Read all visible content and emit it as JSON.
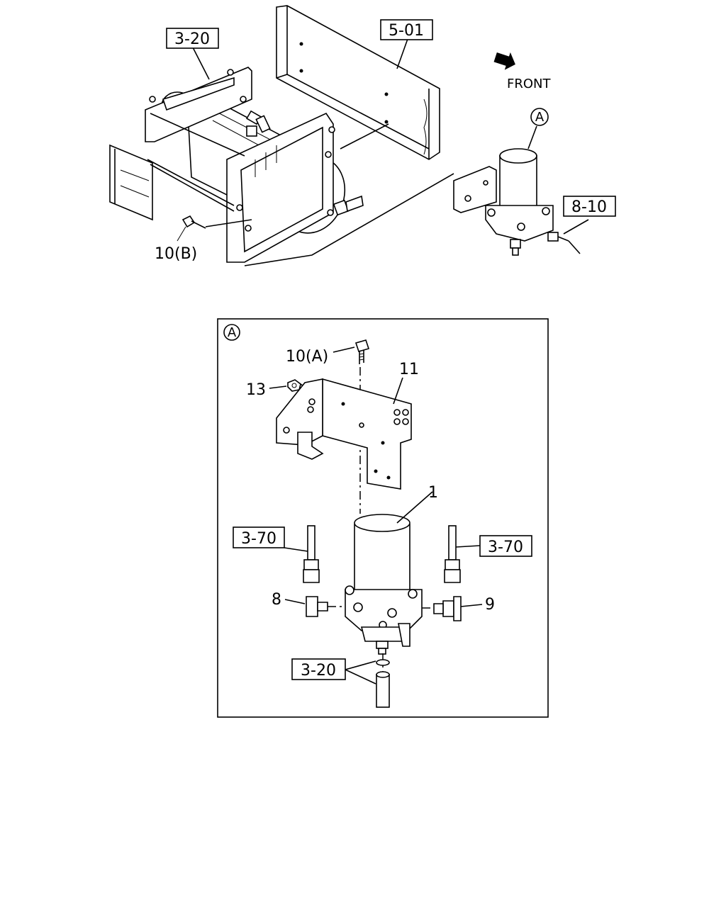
{
  "overview": {
    "ref_3_20": "3-20",
    "ref_5_01": "5-01",
    "ref_8_10": "8-10",
    "part_10b": "10(B)",
    "front_label": "FRONT",
    "callout_a": "A"
  },
  "detail": {
    "frame_label": "A",
    "part_10a": "10(A)",
    "part_11": "11",
    "part_13": "13",
    "part_1": "1",
    "part_8": "8",
    "part_9": "9",
    "ref_3_70_left": "3-70",
    "ref_3_70_right": "3-70",
    "ref_3_20": "3-20"
  },
  "colors": {
    "ink": "#000000",
    "paper": "#ffffff"
  }
}
